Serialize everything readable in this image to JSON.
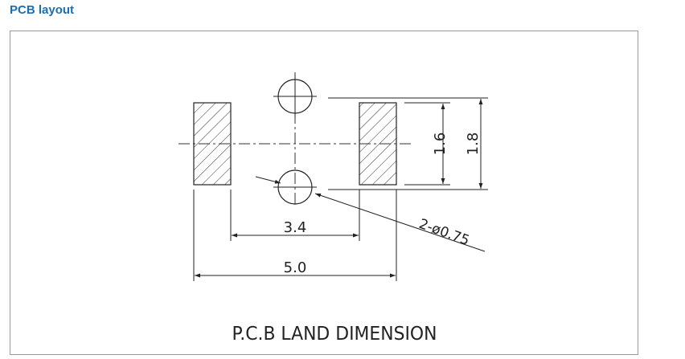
{
  "header": {
    "title": "PCB layout"
  },
  "diagram": {
    "dim_pad_height": "1.6",
    "dim_overall_height": "1.8",
    "dim_inner_span": "3.4",
    "dim_outer_span": "5.0",
    "hole_callout": "2-ø0.75",
    "caption": "P.C.B LAND DIMENSION"
  },
  "colors": {
    "title": "#1a6fb3",
    "line": "#222222",
    "frame": "#9a9a9a"
  }
}
